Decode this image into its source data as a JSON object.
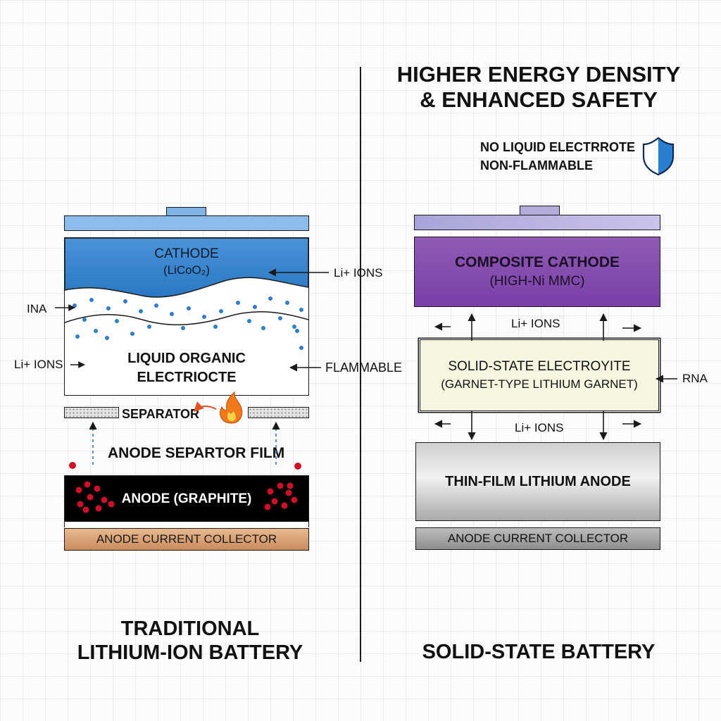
{
  "headline": {
    "line1": "HIGHER ENERGY DENSITY",
    "line2": "& ENHANCED SAFETY"
  },
  "features": {
    "line1": "NO LIQUID ELECTRROTE",
    "line2": "NON-FLAMMABLE",
    "icon": "shield-icon"
  },
  "traditional": {
    "title_line1": "TRADITIONAL",
    "title_line2": "LITHIUM-ION BATTERY",
    "cathode": {
      "name": "CATHODE",
      "formula": "(LiCoO₂)"
    },
    "electrolyte": {
      "line1": "LIQUID ORGANIC",
      "line2": "ELECTRIOCTE"
    },
    "labels": {
      "ina": "INA",
      "li_ions_left": "Li+ IONS",
      "li_ions_center": "Li+ IONS",
      "flammable": "FLAMMABLE",
      "separator": "SEPARATOR",
      "anode_separator_film": "ANODE SEPARTOR FILM"
    },
    "anode": "ANODE (GRAPHITE)",
    "collector": "ANODE CURRENT COLLECTOR",
    "colors": {
      "cathode": "#2f7fc8",
      "anode": "#000000",
      "ion_dots": "#2f7fc8",
      "red_dots": "#d0102a",
      "collector": "#d9a176",
      "flame": "#f07a1a"
    }
  },
  "solid_state": {
    "title": "SOLID-STATE BATTERY",
    "cathode": {
      "line1": "COMPOSITE CATHODE",
      "line2": "(HIGH-Ni MMC)"
    },
    "electrolyte": {
      "line1": "SOLID-STATE ELECTROYITE",
      "line2": "(GARNET-TYPE LITHIUM GARNET)"
    },
    "labels": {
      "li_ions_top": "Li+ IONS",
      "li_ions_bottom": "Li+ IONS",
      "rna": "RNA"
    },
    "anode": "THIN-FILM LITHIUM ANODE",
    "collector": "ANODE CURRENT COLLECTOR",
    "colors": {
      "cathode": "#8249ad",
      "electrolyte": "#f6f5df",
      "anode": "#cfcfcf",
      "collector": "#a3a3a3",
      "shield": "#2b7fd0"
    }
  }
}
